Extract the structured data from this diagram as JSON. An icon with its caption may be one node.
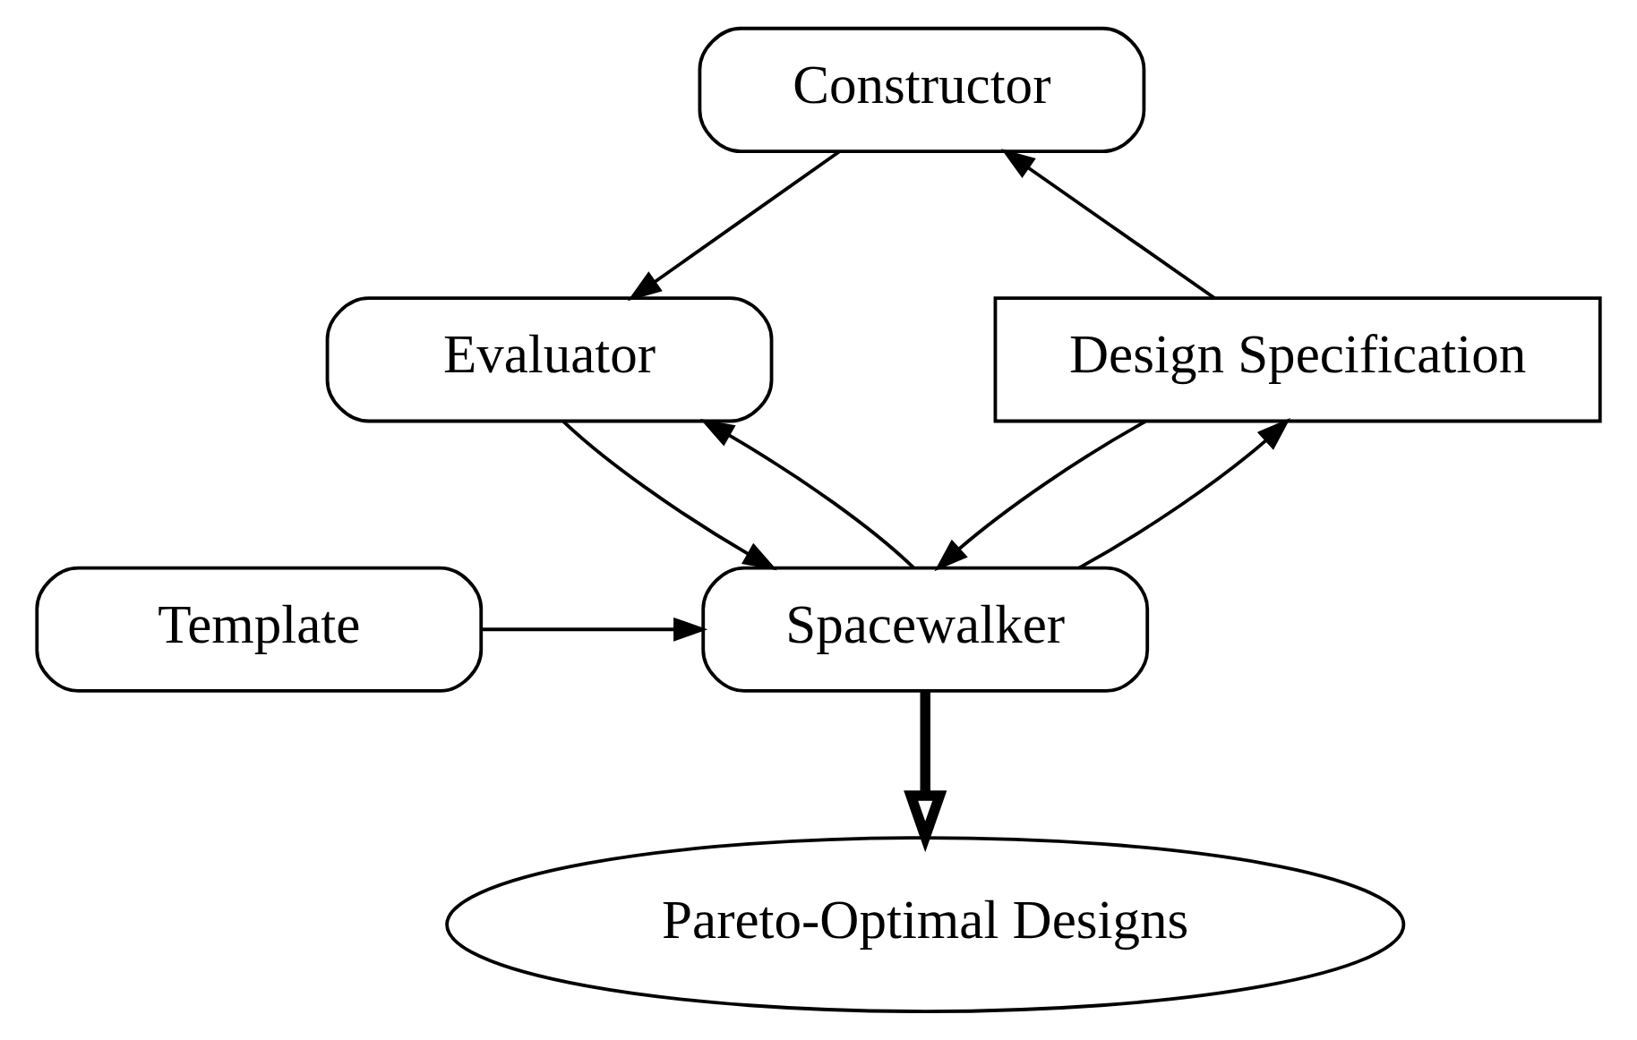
{
  "diagram": {
    "nodes": [
      {
        "text": [
          "Constructor"
        ]
      },
      {
        "text": [
          "Evaluator"
        ]
      },
      {
        "text": [
          "Design Specification"
        ]
      },
      {
        "text": [
          "Spacewalker"
        ]
      },
      {
        "text": [
          "Template"
        ]
      },
      {
        "text": [
          "Pareto-Optimal Designs"
        ]
      }
    ],
    "edges": [
      {
        "from": 0,
        "to": 1,
        "arrow": "to"
      },
      {
        "from": 2,
        "to": 0,
        "arrow": "to"
      },
      {
        "from": 3,
        "to": 1,
        "arrow": "to"
      },
      {
        "from": 3,
        "to": 2,
        "arrow": "to"
      },
      {
        "from": 1,
        "to": 3,
        "arrow": "to"
      },
      {
        "from": 2,
        "to": 3,
        "arrow": "to"
      },
      {
        "from": 4,
        "to": 3,
        "arrow": "to"
      },
      {
        "from": 3,
        "to": 5,
        "arrow": "to",
        "style": "thick"
      }
    ]
  }
}
